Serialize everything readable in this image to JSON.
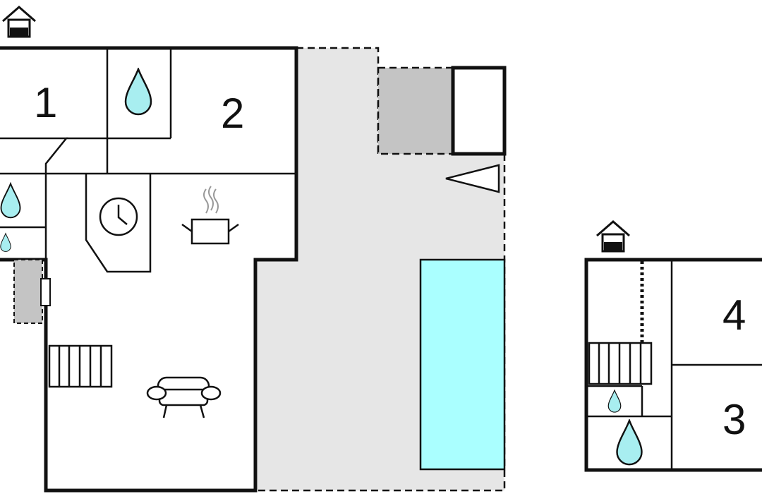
{
  "floorplan": {
    "rooms": [
      {
        "id": "room-1",
        "label": "1"
      },
      {
        "id": "room-2",
        "label": "2"
      },
      {
        "id": "room-3",
        "label": "3"
      },
      {
        "id": "room-4",
        "label": "4"
      }
    ],
    "icons": {
      "entrance": "house-entrance-icon",
      "bathroom": "water-drop-icon",
      "kitchen": "cooking-pot-icon",
      "clock": "clock-icon",
      "living": "sofa-icon",
      "stairs": "stairs-icon"
    },
    "colors": {
      "wall": "#111111",
      "terrace": "#e6e6e6",
      "pool": "#aaffff",
      "drop": "#a8eef0",
      "shade": "#c4c4c4"
    }
  }
}
